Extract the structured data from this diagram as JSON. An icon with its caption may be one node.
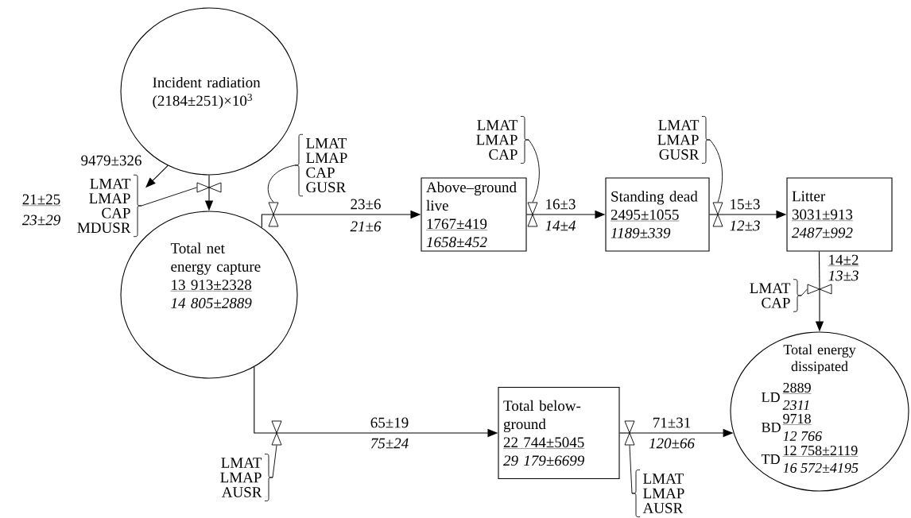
{
  "diagram": {
    "nodes": [
      {
        "text": [
          "Incident radiation (2184±251)×10$^{3}$"
        ]
      },
      {
        "text": [
          "Total net energy capture",
          "13 913±2328",
          "14 805±2889"
        ]
      },
      {
        "text": [
          "Above–ground live",
          "1767±419",
          "1658±452"
        ]
      },
      {
        "text": [
          "Standing dead",
          "2495±1055",
          "1189±339"
        ]
      },
      {
        "text": [
          "Litter",
          "3031±913",
          "2487±992"
        ]
      },
      {
        "text": [
          "Total below-ground",
          "22 744±5045",
          "29 179±6699"
        ]
      },
      {
        "text": [
          "Total energy dissipated",
          "LD",
          "2889",
          "2311",
          "BD",
          "9718",
          "12 766",
          "TD",
          "12 758±2119",
          "16 572±4195"
        ]
      },
      {
        "text": [
          "LMAT",
          "LMAP",
          "CAP",
          "MDUSR"
        ]
      },
      {
        "text": [
          "LMAT",
          "LMAP",
          "CAP",
          "GUSR"
        ]
      },
      {
        "text": [
          "LMAT",
          "LMAP",
          "CAP"
        ]
      },
      {
        "text": [
          "LMAT",
          "LMAP",
          "GUSR"
        ]
      },
      {
        "text": [
          "LMAT",
          "CAP"
        ]
      },
      {
        "text": [
          "LMAT",
          "LMAP",
          "AUSR"
        ]
      },
      {
        "text": [
          "LMAT",
          "LMAP",
          "AUSR"
        ]
      },
      {
        "text": [],
        "shape": "valve"
      },
      {
        "text": [],
        "shape": "valve"
      },
      {
        "text": [],
        "shape": "valve"
      },
      {
        "text": [],
        "shape": "valve"
      },
      {
        "text": [],
        "shape": "valve"
      },
      {
        "text": [],
        "shape": "valve"
      },
      {
        "text": [],
        "shape": "valve"
      }
    ],
    "edges": [
      {
        "from": 0,
        "to": 14,
        "arrow": "none"
      },
      {
        "from": 14,
        "to": 1,
        "arrow": "to"
      },
      {
        "from": 0,
        "to": 7,
        "arrow": "to",
        "label": "9479±326"
      },
      {
        "from": 1,
        "to": 15,
        "arrow": "none"
      },
      {
        "from": 15,
        "to": 2,
        "arrow": "to",
        "label": "23±6"
      },
      {
        "from": 2,
        "to": 16,
        "arrow": "none"
      },
      {
        "from": 16,
        "to": 3,
        "arrow": "to",
        "label": "16±3"
      },
      {
        "from": 3,
        "to": 17,
        "arrow": "none"
      },
      {
        "from": 17,
        "to": 4,
        "arrow": "to",
        "label": "15±3"
      },
      {
        "from": 4,
        "to": 18,
        "arrow": "none",
        "label": "14±2"
      },
      {
        "from": 18,
        "to": 6,
        "arrow": "to"
      },
      {
        "from": 1,
        "to": 19,
        "arrow": "none"
      },
      {
        "from": 19,
        "to": 5,
        "arrow": "to",
        "label": "65±19"
      },
      {
        "from": 5,
        "to": 20,
        "arrow": "none"
      },
      {
        "from": 20,
        "to": 6,
        "arrow": "to",
        "label": "71±31"
      },
      {
        "from": 7,
        "to": 14,
        "arrow": "none"
      },
      {
        "from": 8,
        "to": 15,
        "arrow": "none"
      },
      {
        "from": 9,
        "to": 16,
        "arrow": "none"
      },
      {
        "from": 10,
        "to": 17,
        "arrow": "none"
      },
      {
        "from": 11,
        "to": 18,
        "arrow": "none"
      },
      {
        "from": 12,
        "to": 19,
        "arrow": "none"
      },
      {
        "from": 13,
        "to": 20,
        "arrow": "none"
      }
    ],
    "labels": [
      "21±25",
      "23±29",
      "21±6",
      "14±4",
      "12±3",
      "13±3",
      "75±24",
      "120±66"
    ]
  }
}
